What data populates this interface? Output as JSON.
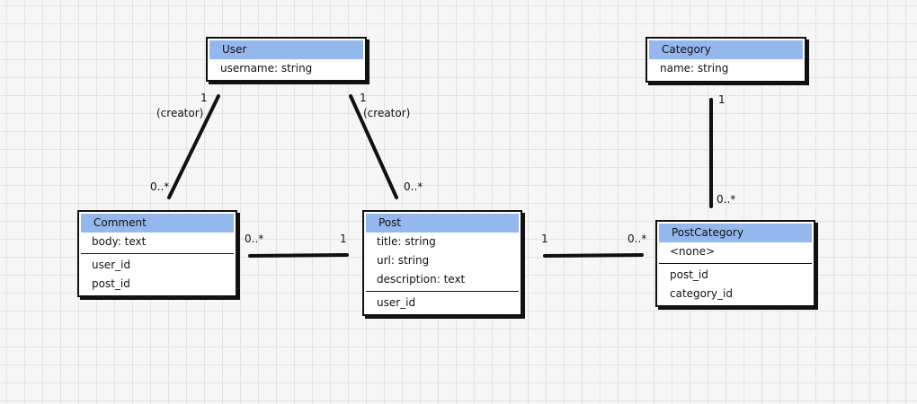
{
  "entities": {
    "user": {
      "title": "User",
      "attributes": [
        "username: string"
      ]
    },
    "category": {
      "title": "Category",
      "attributes": [
        "name: string"
      ]
    },
    "comment": {
      "title": "Comment",
      "attributes": [
        "body: text"
      ],
      "keys": [
        "user_id",
        "post_id"
      ]
    },
    "post": {
      "title": "Post",
      "attributes": [
        "title: string",
        "url: string",
        "description: text"
      ],
      "keys": [
        "user_id"
      ]
    },
    "postcategory": {
      "title": "PostCategory",
      "attributes": [
        "<none>"
      ],
      "keys": [
        "post_id",
        "category_id"
      ]
    }
  },
  "relations": {
    "user_comment": {
      "from_label": "1",
      "from_role": "(creator)",
      "to_label": "0..*"
    },
    "user_post": {
      "from_label": "1",
      "from_role": "(creator)",
      "to_label": "0..*"
    },
    "category_postcategory": {
      "from_label": "1",
      "to_label": "0..*"
    },
    "comment_post": {
      "from_label": "0..*",
      "to_label": "1"
    },
    "post_postcategory": {
      "from_label": "1",
      "to_label": "0..*"
    }
  }
}
